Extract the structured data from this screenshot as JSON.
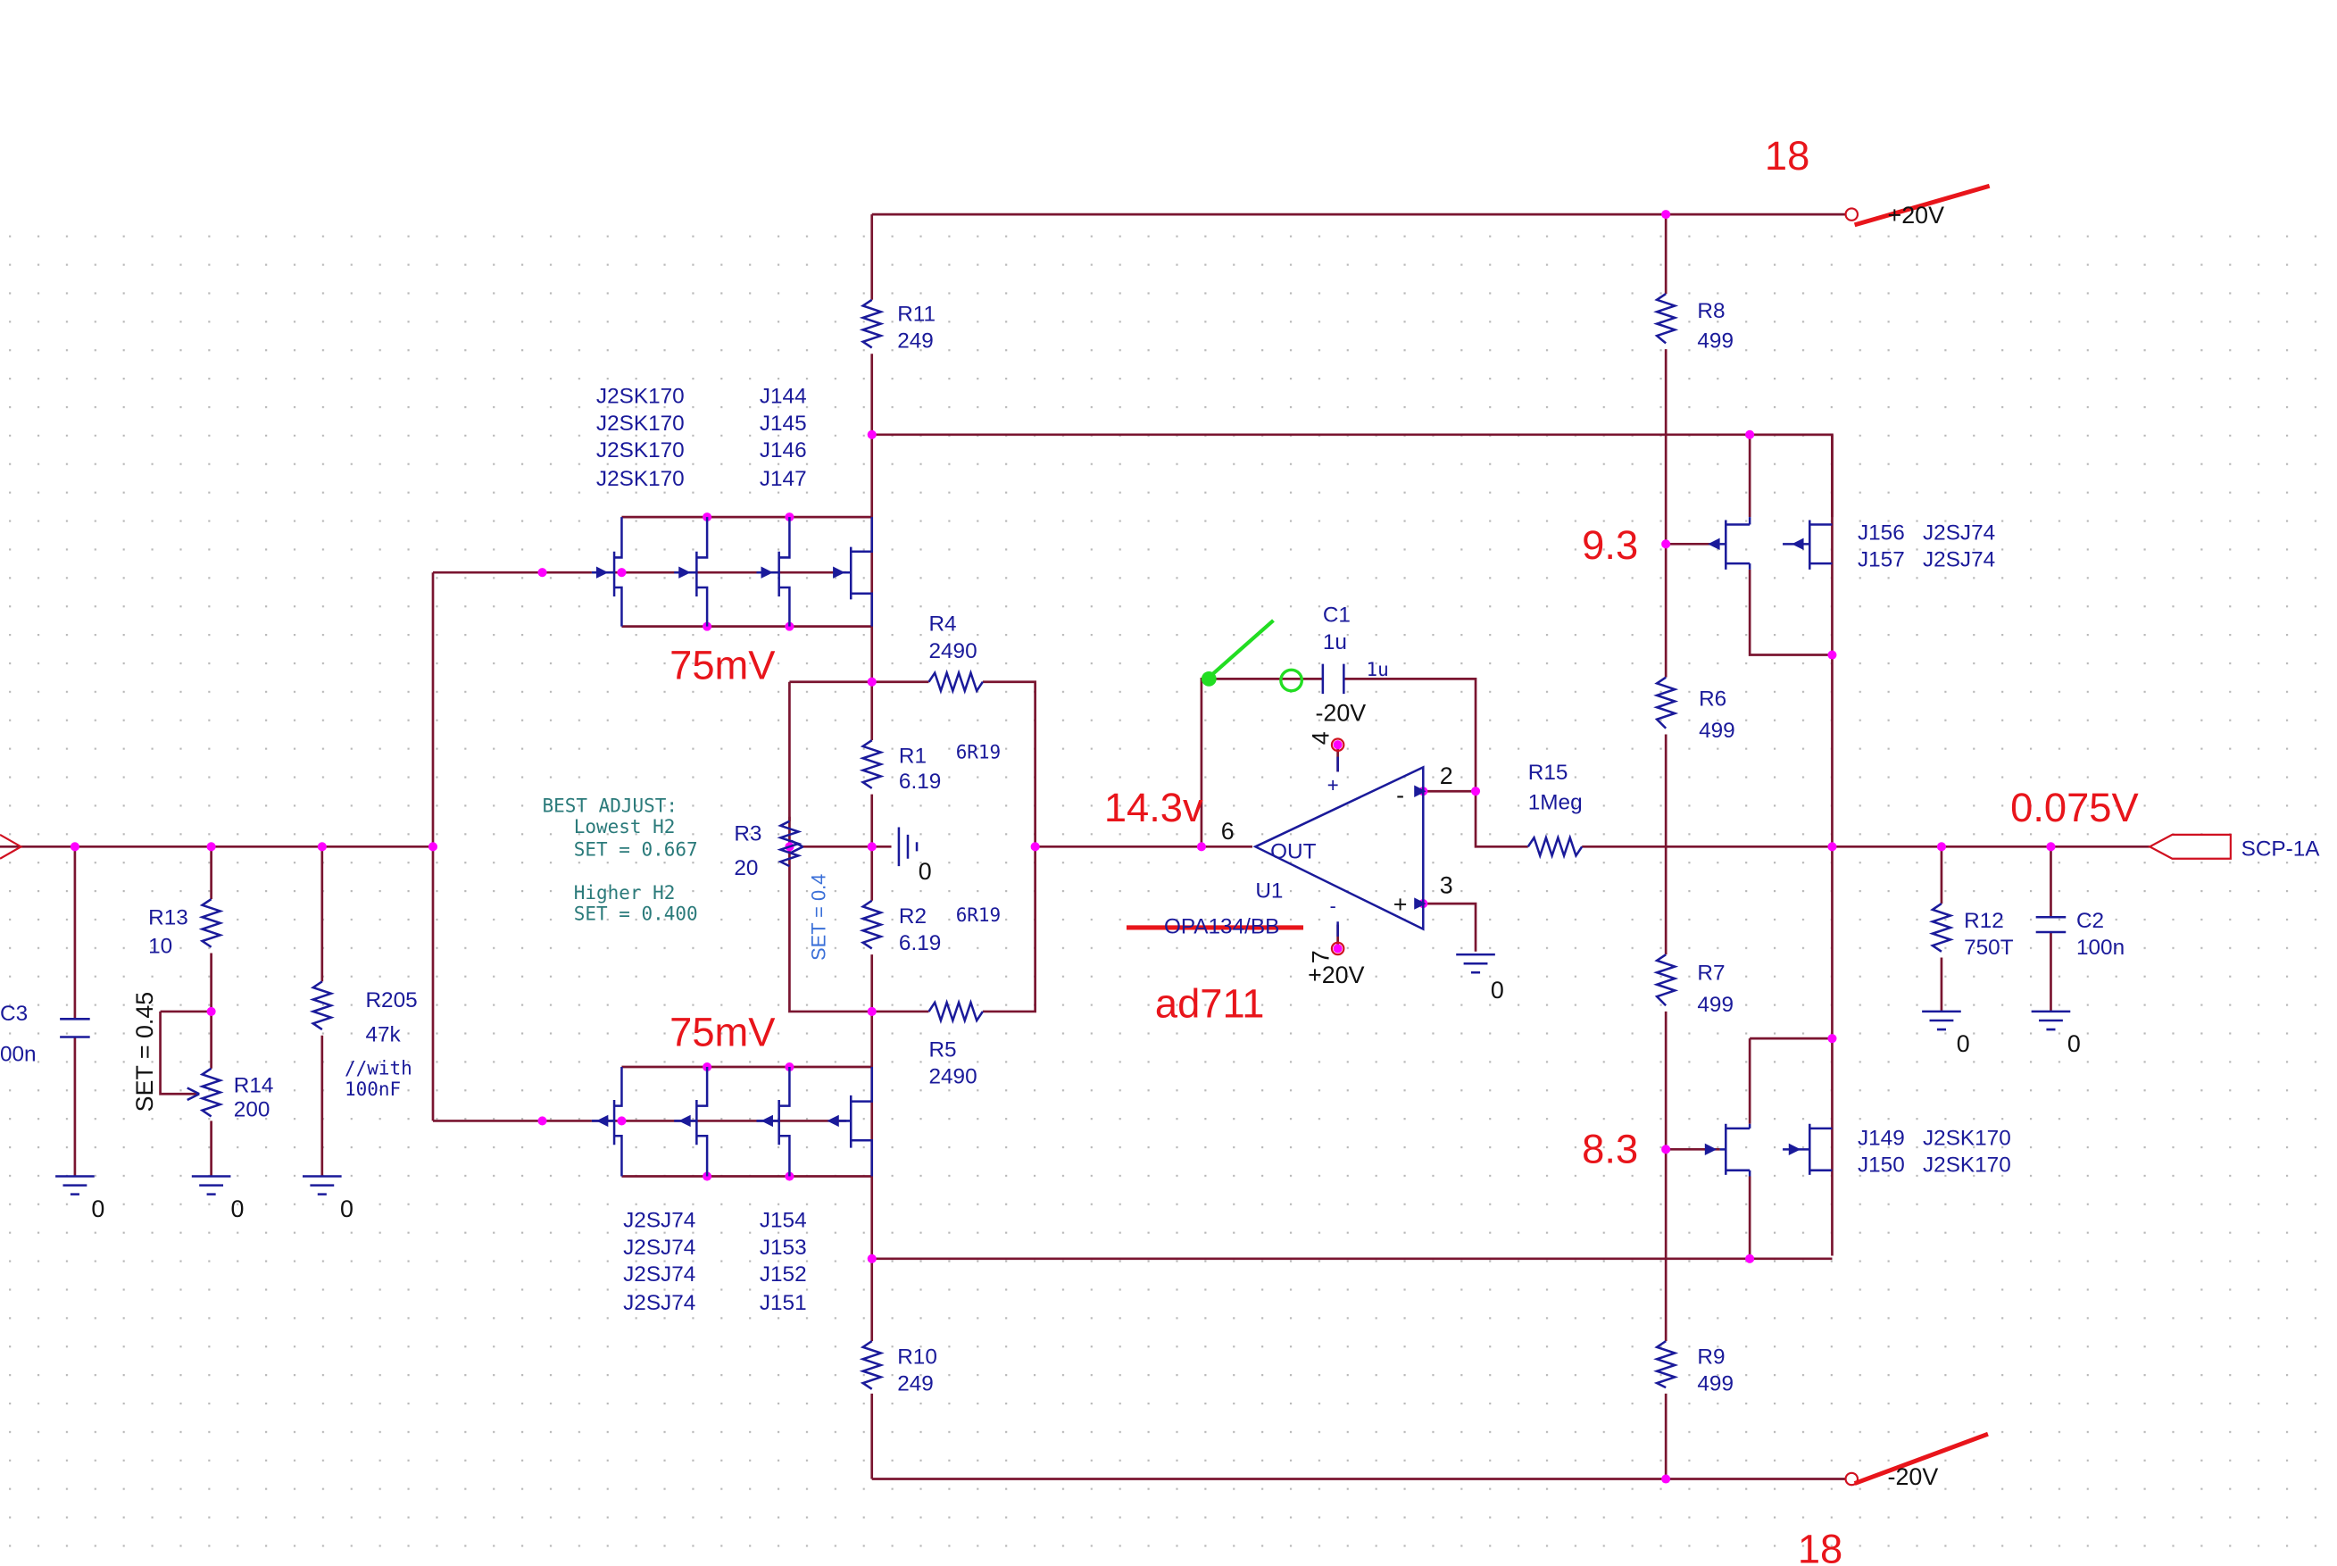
{
  "supplies": {
    "pos": "+20V",
    "neg": "-20V"
  },
  "resistors": {
    "r11": {
      "ref": "R11",
      "value": "249"
    },
    "r10": {
      "ref": "R10",
      "value": "249"
    },
    "r4": {
      "ref": "R4",
      "value": "2490"
    },
    "r5": {
      "ref": "R5",
      "value": "2490"
    },
    "r1": {
      "ref": "R1",
      "value": "6.19",
      "alt": "6R19"
    },
    "r2": {
      "ref": "R2",
      "value": "6.19",
      "alt": "6R19"
    },
    "r3": {
      "ref": "R3",
      "value": "20",
      "set": "SET = 0.4"
    },
    "r13": {
      "ref": "R13",
      "value": "10"
    },
    "r14": {
      "ref": "R14",
      "value": "200",
      "set": "SET = 0.45"
    },
    "r205": {
      "ref": "R205",
      "value": "47k",
      "note1": "//with",
      "note2": "100nF"
    },
    "r8": {
      "ref": "R8",
      "value": "499"
    },
    "r6": {
      "ref": "R6",
      "value": "499"
    },
    "r7": {
      "ref": "R7",
      "value": "499"
    },
    "r9": {
      "ref": "R9",
      "value": "499"
    },
    "r15": {
      "ref": "R15",
      "value": "1Meg"
    },
    "r12": {
      "ref": "R12",
      "value": "750T"
    }
  },
  "capacitors": {
    "c1": {
      "ref": "C1",
      "value": "1u",
      "alt": "1u"
    },
    "c2": {
      "ref": "C2",
      "value": "100n"
    },
    "c3": {
      "ref": "C3",
      "value": "00n"
    }
  },
  "jfets": {
    "top_types": [
      "J2SK170",
      "J2SK170",
      "J2SK170",
      "J2SK170"
    ],
    "top_refs": [
      "J144",
      "J145",
      "J146",
      "J147"
    ],
    "bottom_types": [
      "J2SJ74",
      "J2SJ74",
      "J2SJ74",
      "J2SJ74"
    ],
    "bottom_refs": [
      "J154",
      "J153",
      "J152",
      "J151"
    ],
    "right_top": [
      "J156   J2SJ74",
      "J157   J2SJ74"
    ],
    "right_bottom": [
      "J149   J2SK170",
      "J150   J2SK170"
    ]
  },
  "opamp": {
    "ref": "U1",
    "out_label": "OUT",
    "part_struck": "OPA134/BB",
    "pin6": "6",
    "pin2": "2",
    "pin3": "3",
    "pin4": "4",
    "pin7": "7",
    "minus": "-",
    "plus": "+",
    "v_neg": "-20V",
    "v_pos": "+20V"
  },
  "note": {
    "line1": "BEST  ADJUST:",
    "line2": "Lowest  H2",
    "line3": "SET  =  0.667",
    "line4": "Higher  H2",
    "line5": "SET  =  0.400"
  },
  "grounds": {
    "label": "0"
  },
  "output_port": "SCP-1A",
  "annotations": {
    "top_supply": "18",
    "bottom_supply": "18",
    "upper_drive": "75mV",
    "lower_drive": "75mV",
    "opamp_out": "14.3v",
    "gate_top": "9.3",
    "gate_bottom": "8.3",
    "output": "0.075V",
    "replacement": "ad711"
  },
  "colors": {
    "wire": "#7a1530",
    "part": "#1a1a9a",
    "junction": "#ff00ff",
    "annotation": "#e8151b",
    "marker": "#22dd22",
    "note": "#2a7a7a"
  }
}
